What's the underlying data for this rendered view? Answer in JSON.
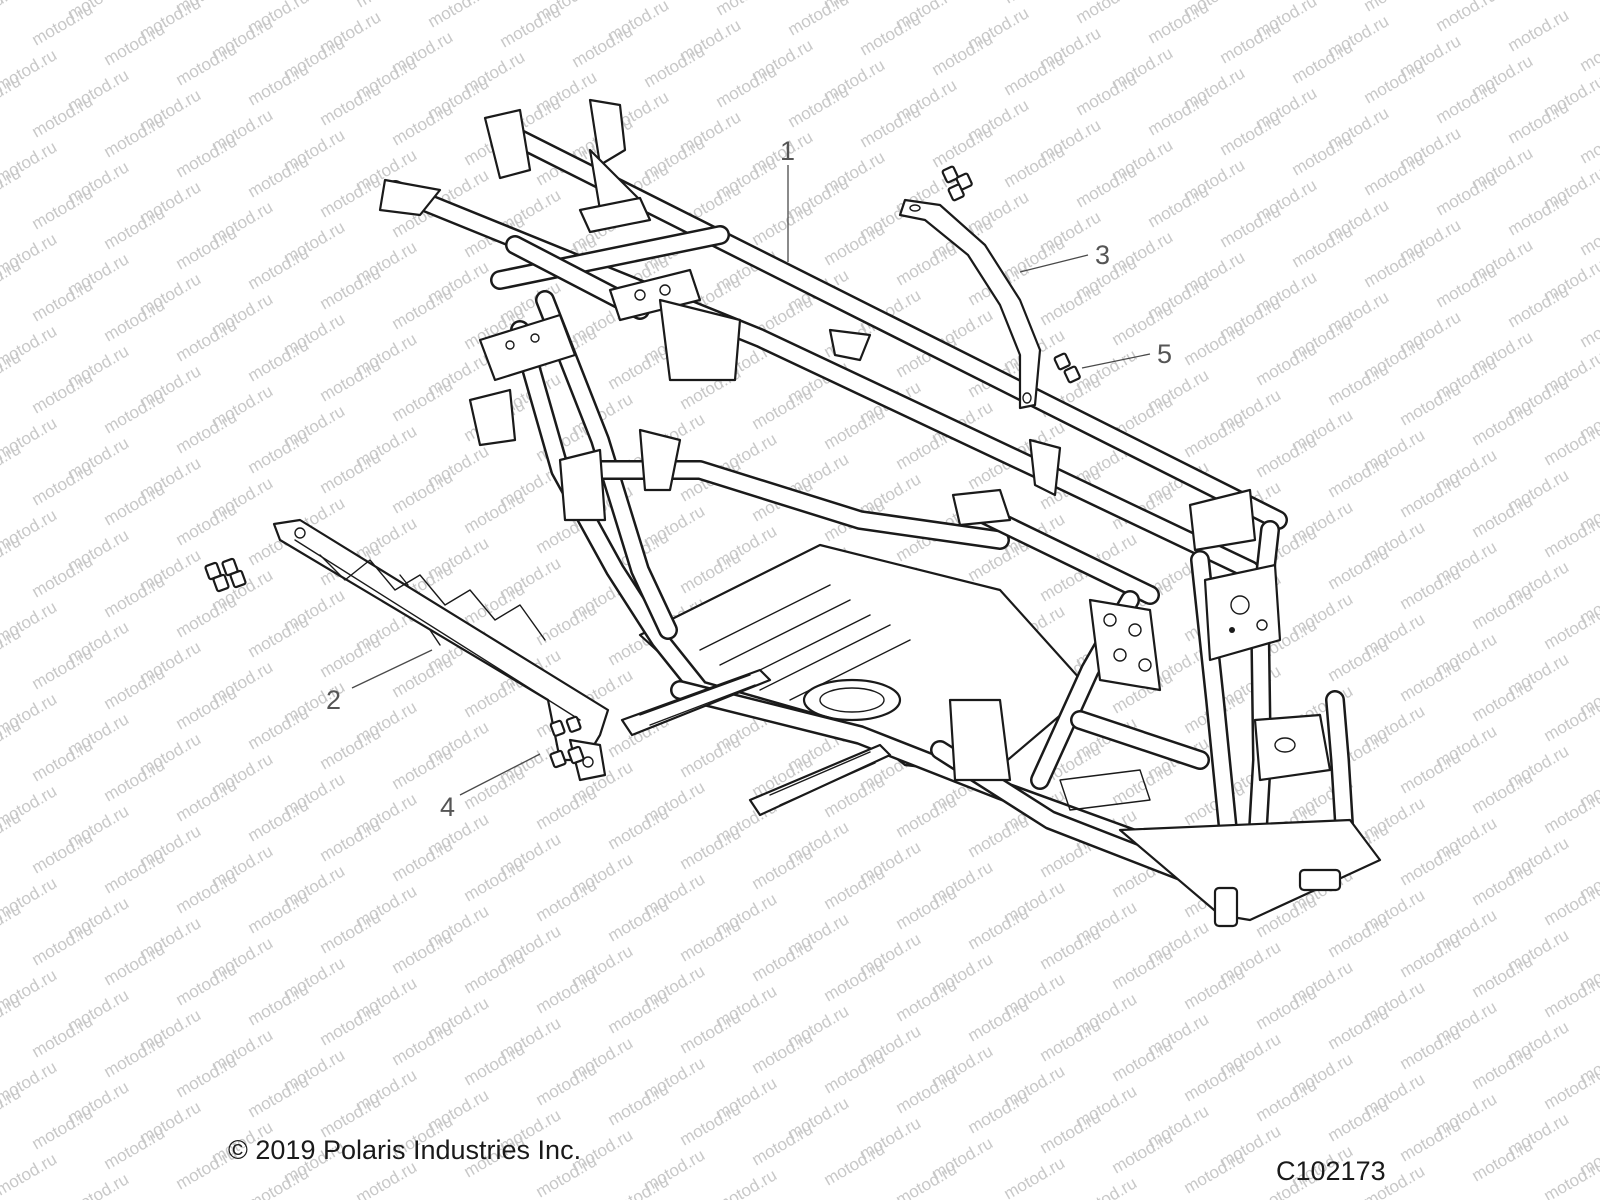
{
  "diagram": {
    "watermark_text": "motod.ru",
    "callouts": [
      {
        "id": "1",
        "label": "1"
      },
      {
        "id": "2",
        "label": "2"
      },
      {
        "id": "3",
        "label": "3"
      },
      {
        "id": "4",
        "label": "4"
      },
      {
        "id": "5",
        "label": "5"
      }
    ]
  },
  "footer": {
    "copyright": "© 2019 Polaris Industries Inc.",
    "drawing_number": "C102173"
  },
  "colors": {
    "line": "#1a1a1a",
    "callout_text": "#555555",
    "watermark": "#c8c8c8",
    "background": "#ffffff"
  }
}
